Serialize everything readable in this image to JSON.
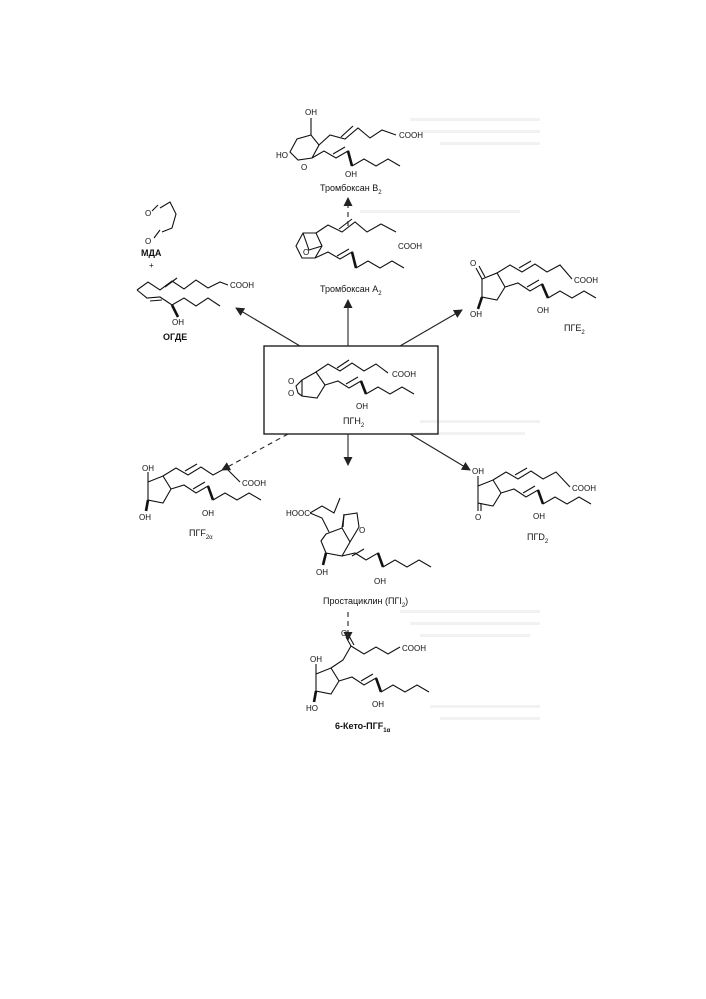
{
  "compounds": {
    "txb2": {
      "name": "Тромбоксан B",
      "sub": "2",
      "oh_top": "OH",
      "ho": "HO",
      "o": "O",
      "cooh": "COOH",
      "oh": "OH"
    },
    "txa2": {
      "name": "Тромбоксан A",
      "sub": "2",
      "cooh": "COOH",
      "o": "O"
    },
    "mda": {
      "name": "МДА",
      "plus": "+",
      "o1": "O",
      "o2": "O"
    },
    "ogde": {
      "name": "ОГДЕ",
      "cooh": "COOH",
      "oh": "OH"
    },
    "pge2": {
      "name": "ПГЕ",
      "sub": "2",
      "o": "O",
      "cooh": "COOH",
      "oh1": "OH",
      "oh2": "OH"
    },
    "pgh2": {
      "name": "ПГН",
      "sub": "2",
      "o1": "O",
      "o2": "O",
      "cooh": "COOH",
      "oh": "OH"
    },
    "pgf2a": {
      "name": "ПГF",
      "sub": "2α",
      "oh_top": "OH",
      "oh_bot": "OH",
      "cooh": "COOH",
      "oh": "OH"
    },
    "pgd2": {
      "name": "ПГD",
      "sub": "2",
      "oh_top": "OH",
      "o": "O",
      "cooh": "COOH",
      "oh": "OH"
    },
    "pgi2": {
      "name": "Простациклин (ПГI",
      "sub": "2",
      "tail": ")",
      "hooc": "HOOC",
      "o": "O",
      "oh1": "OH",
      "oh2": "OH"
    },
    "keto": {
      "name": "6-Кето-ПГF",
      "sub": "1α",
      "oh_top": "OH",
      "o": "O",
      "cooh": "COOH",
      "ho": "HO",
      "oh": "OH"
    }
  }
}
